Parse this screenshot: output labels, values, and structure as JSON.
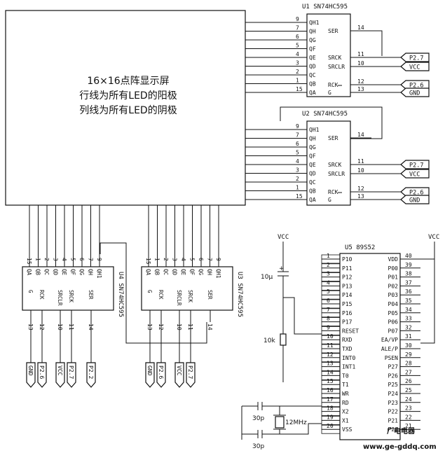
{
  "matrix": {
    "line1": "16×16点阵显示屏",
    "line2": "行线为所有LED的阳极",
    "line3": "列线为所有LED的阴极"
  },
  "u1": {
    "title": "U1 SN74HC595",
    "left_pins": [
      {
        "num": "9",
        "name": "QH1"
      },
      {
        "num": "7",
        "name": "QH"
      },
      {
        "num": "6",
        "name": "QG"
      },
      {
        "num": "5",
        "name": "QF"
      },
      {
        "num": "4",
        "name": "QE"
      },
      {
        "num": "3",
        "name": "QD"
      },
      {
        "num": "2",
        "name": "QC"
      },
      {
        "num": "1",
        "name": "QB"
      },
      {
        "num": "15",
        "name": "QA"
      }
    ],
    "right_pins": [
      {
        "num": "14",
        "name": "SER",
        "net": ""
      },
      {
        "num": "11",
        "name": "SRCK",
        "net": "P2.7"
      },
      {
        "num": "10",
        "name": "SRCLR",
        "net": "VCC"
      },
      {
        "num": "12",
        "name": "RCK",
        "net": "P2.6"
      },
      {
        "num": "13",
        "name": "G",
        "net": "GND"
      }
    ]
  },
  "u2": {
    "title": "U2 SN74HC595",
    "left_pins": [
      {
        "num": "9",
        "name": "QH1"
      },
      {
        "num": "7",
        "name": "QH"
      },
      {
        "num": "6",
        "name": "QG"
      },
      {
        "num": "5",
        "name": "QF"
      },
      {
        "num": "4",
        "name": "QE"
      },
      {
        "num": "3",
        "name": "QD"
      },
      {
        "num": "2",
        "name": "QC"
      },
      {
        "num": "1",
        "name": "QB"
      },
      {
        "num": "15",
        "name": "QA"
      }
    ],
    "right_pins": [
      {
        "num": "14",
        "name": "SER",
        "net": ""
      },
      {
        "num": "11",
        "name": "SRCK",
        "net": "P2.7"
      },
      {
        "num": "10",
        "name": "SRCLR",
        "net": "VCC"
      },
      {
        "num": "12",
        "name": "RCK",
        "net": "P2.6"
      },
      {
        "num": "13",
        "name": "G",
        "net": "GND"
      }
    ]
  },
  "u4": {
    "title": "U4 SN74HC595",
    "out_pins": [
      {
        "num": "15",
        "name": "QA"
      },
      {
        "num": "1",
        "name": "QB"
      },
      {
        "num": "2",
        "name": "QC"
      },
      {
        "num": "3",
        "name": "QD"
      },
      {
        "num": "4",
        "name": "QE"
      },
      {
        "num": "5",
        "name": "QF"
      },
      {
        "num": "6",
        "name": "QG"
      },
      {
        "num": "7",
        "name": "QH"
      },
      {
        "num": "9",
        "name": "QH1"
      }
    ],
    "in_pins": [
      {
        "num": "13",
        "name": "G",
        "net": "GND"
      },
      {
        "num": "12",
        "name": "RCK",
        "net": "P2.6"
      },
      {
        "num": "10",
        "name": "SRCLR",
        "net": "VCC"
      },
      {
        "num": "11",
        "name": "SRCK",
        "net": "P2.7"
      },
      {
        "num": "14",
        "name": "SER",
        "net": "P2.2"
      }
    ]
  },
  "u3": {
    "title": "U3 SN74HC595",
    "out_pins": [
      {
        "num": "15",
        "name": "QA"
      },
      {
        "num": "1",
        "name": "QB"
      },
      {
        "num": "2",
        "name": "QC"
      },
      {
        "num": "3",
        "name": "QD"
      },
      {
        "num": "4",
        "name": "QE"
      },
      {
        "num": "5",
        "name": "QF"
      },
      {
        "num": "6",
        "name": "QG"
      },
      {
        "num": "7",
        "name": "QH"
      },
      {
        "num": "9",
        "name": "QH1"
      }
    ],
    "in_pins": [
      {
        "num": "13",
        "name": "G",
        "net": "GND"
      },
      {
        "num": "12",
        "name": "RCK",
        "net": "P2.6"
      },
      {
        "num": "10",
        "name": "SRCLR",
        "net": "VCC"
      },
      {
        "num": "11",
        "name": "SRCK",
        "net": "P2.7"
      },
      {
        "num": "14",
        "name": "SER",
        "net": ""
      }
    ]
  },
  "u5": {
    "title": "U5  89S52",
    "left_pins": [
      {
        "num": "1",
        "name": "P10"
      },
      {
        "num": "2",
        "name": "P11"
      },
      {
        "num": "3",
        "name": "P12"
      },
      {
        "num": "4",
        "name": "P13"
      },
      {
        "num": "5",
        "name": "P14"
      },
      {
        "num": "6",
        "name": "P15"
      },
      {
        "num": "7",
        "name": "P16"
      },
      {
        "num": "8",
        "name": "P17"
      },
      {
        "num": "9",
        "name": "RESET"
      },
      {
        "num": "10",
        "name": "RXD"
      },
      {
        "num": "11",
        "name": "TXD"
      },
      {
        "num": "12",
        "name": "INT0"
      },
      {
        "num": "13",
        "name": "INT1"
      },
      {
        "num": "14",
        "name": "T0"
      },
      {
        "num": "15",
        "name": "T1"
      },
      {
        "num": "16",
        "name": "WR"
      },
      {
        "num": "17",
        "name": "RD"
      },
      {
        "num": "18",
        "name": "X2"
      },
      {
        "num": "19",
        "name": "X1"
      },
      {
        "num": "20",
        "name": "VSS"
      }
    ],
    "right_pins": [
      {
        "num": "40",
        "name": "VDD"
      },
      {
        "num": "39",
        "name": "P00"
      },
      {
        "num": "38",
        "name": "P01"
      },
      {
        "num": "37",
        "name": "P02"
      },
      {
        "num": "36",
        "name": "P03"
      },
      {
        "num": "35",
        "name": "P04"
      },
      {
        "num": "34",
        "name": "P05"
      },
      {
        "num": "33",
        "name": "P06"
      },
      {
        "num": "32",
        "name": "P07"
      },
      {
        "num": "31",
        "name": "EA/VP"
      },
      {
        "num": "30",
        "name": "ALE/P"
      },
      {
        "num": "29",
        "name": "PSEN"
      },
      {
        "num": "28",
        "name": "P27"
      },
      {
        "num": "27",
        "name": "P26"
      },
      {
        "num": "26",
        "name": "P25"
      },
      {
        "num": "25",
        "name": "P24"
      },
      {
        "num": "24",
        "name": "P23"
      },
      {
        "num": "23",
        "name": "P22"
      },
      {
        "num": "22",
        "name": "P21"
      },
      {
        "num": "21",
        "name": "P20"
      }
    ]
  },
  "components": {
    "vcc": "VCC",
    "cap_reset": "10μ",
    "res_reset": "10k",
    "crystal": "12MHz",
    "cap1": "30p",
    "cap2": "30p",
    "plus": "+"
  },
  "watermark": {
    "brand": "广电电器",
    "url": "www.ge-gddq.com"
  },
  "colors": {
    "ink": "#111111",
    "paper": "#ffffff",
    "watermark_red": "#e0261c",
    "watermark_blue": "#1c5fd0",
    "watermark_green": "#23a23a"
  }
}
